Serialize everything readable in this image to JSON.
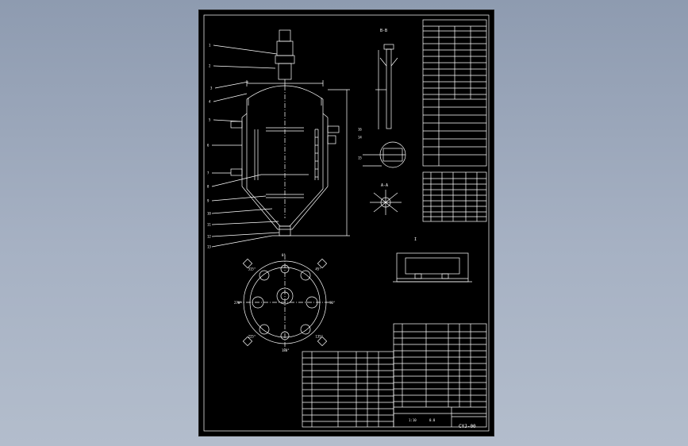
{
  "viewer": {
    "background_top": "#8e9bb0",
    "background_bottom": "#b3bdcc",
    "sheet_color": "#000000",
    "line_color": "#ffffff"
  },
  "drawing": {
    "section_label": "B-B",
    "detail_label": "I",
    "view_label": "A-A",
    "part_labels": [
      "1",
      "2",
      "3",
      "4",
      "5",
      "6",
      "7",
      "8",
      "9",
      "10",
      "11",
      "12",
      "13",
      "14",
      "15",
      "16"
    ],
    "angle_labels": [
      "0°",
      "45°",
      "90°",
      "135°",
      "180°",
      "225°",
      "270°",
      "315°"
    ]
  },
  "title_block": {
    "drawing_number": "CYJ-00",
    "scale_text": "1:10",
    "company_text": "0.0"
  }
}
